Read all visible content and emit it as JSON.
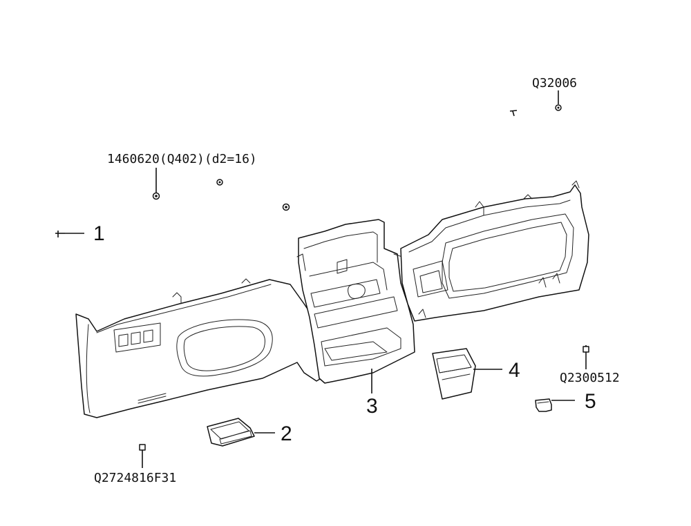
{
  "part_codes": {
    "q32006": "Q32006",
    "code_1460620": "1460620(Q402)(d2=16)",
    "q2300512": "Q2300512",
    "q2724816f31": "Q2724816F31"
  },
  "callouts": {
    "c1": "1",
    "c2": "2",
    "c3": "3",
    "c4": "4",
    "c5": "5"
  }
}
